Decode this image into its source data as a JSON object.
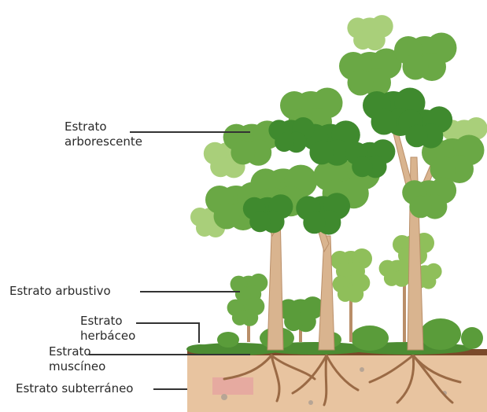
{
  "labels": {
    "arborescente": {
      "line1": "Estrato",
      "line2": "arborescente"
    },
    "arbustivo": "Estrato arbustivo",
    "herbaceo": {
      "line1": "Estrato",
      "line2": "herbáceo"
    },
    "muscineo": {
      "line1": "Estrato",
      "line2": "muscíneo"
    },
    "subterraneo": "Estrato subterráneo"
  },
  "colors": {
    "foliage_dark": "#3f8a2e",
    "foliage_mid": "#6aa845",
    "foliage_light": "#a9cf7a",
    "trunk": "#d9b48f",
    "trunk_shade": "#b98e68",
    "soil": "#e8c4a0",
    "soil_top": "#7b4a2a",
    "roots": "#9a6a45",
    "moss": "#4c8c32",
    "leader_line": "#333333"
  }
}
